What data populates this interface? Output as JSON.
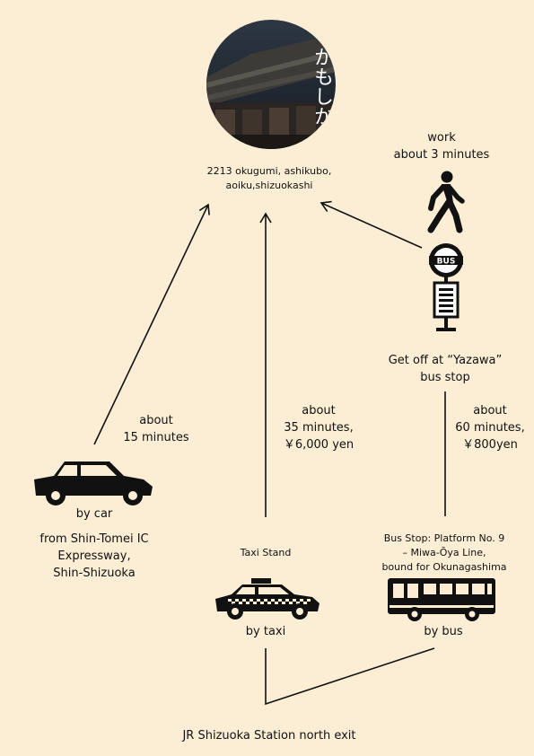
{
  "logo": {
    "text": "かもしか"
  },
  "destination": {
    "address_line1": "2213 okugumi, ashikubo,",
    "address_line2": "aoiku,shizuokashi"
  },
  "walk": {
    "line1": "work",
    "line2": "about 3 minutes"
  },
  "bus_sign": {
    "text": "BUS"
  },
  "get_off": {
    "line1": "Get off at “Yazawa”",
    "line2": "bus stop"
  },
  "car": {
    "time_line1": "about",
    "time_line2": "15 minutes",
    "label": "by car",
    "from_line1": "from Shin-Tomei IC",
    "from_line2": "Expressway,",
    "from_line3": "Shin-Shizuoka"
  },
  "taxi": {
    "time_line1": "about",
    "time_line2": "35 minutes,",
    "time_line3": "￥6,000 yen",
    "stand": "Taxi Stand",
    "label": "by taxi"
  },
  "bus": {
    "time_line1": "about",
    "time_line2": "60 minutes,",
    "time_line3": "￥800yen",
    "stop_line1": "Bus Stop: Platform No. 9",
    "stop_line2": "– Miwa-Ōya Line,",
    "stop_line3": "bound for Okunagashima",
    "label": "by bus"
  },
  "origin": {
    "text": "JR Shizuoka Station north exit"
  },
  "colors": {
    "background": "#fbeed4",
    "ink": "#111111"
  }
}
